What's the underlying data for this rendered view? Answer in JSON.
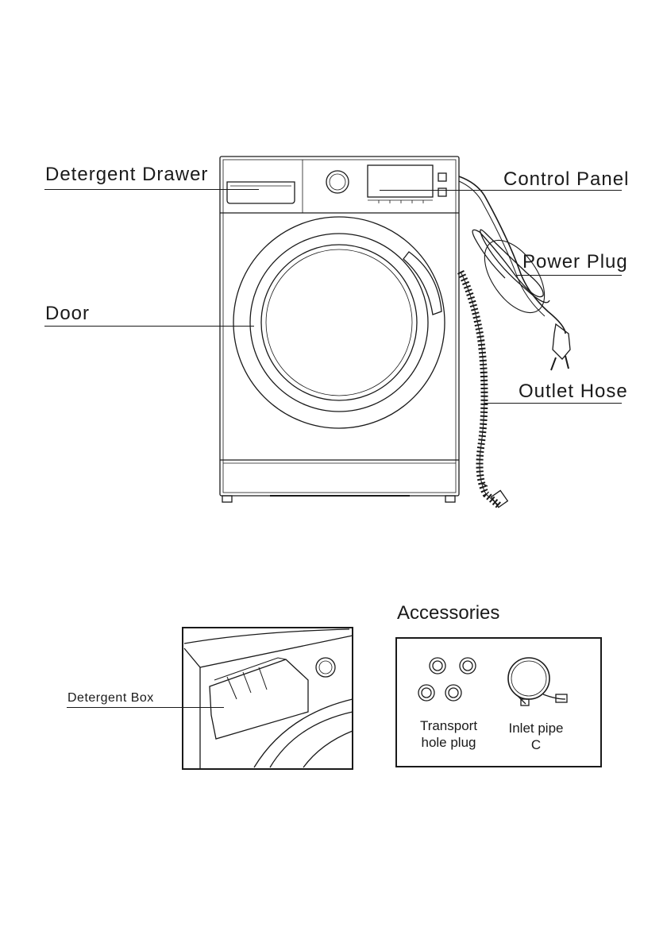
{
  "labels": {
    "detergent_drawer": "Detergent Drawer",
    "control_panel": "Control Panel",
    "power_plug": "Power Plug",
    "door": "Door",
    "outlet_hose": "Outlet Hose",
    "detergent_box": "Detergent Box"
  },
  "accessories": {
    "title": "Accessories",
    "transport_line1": "Transport",
    "transport_line2": "hole plug",
    "inlet_line1": "Inlet pipe",
    "inlet_line2": "C"
  }
}
